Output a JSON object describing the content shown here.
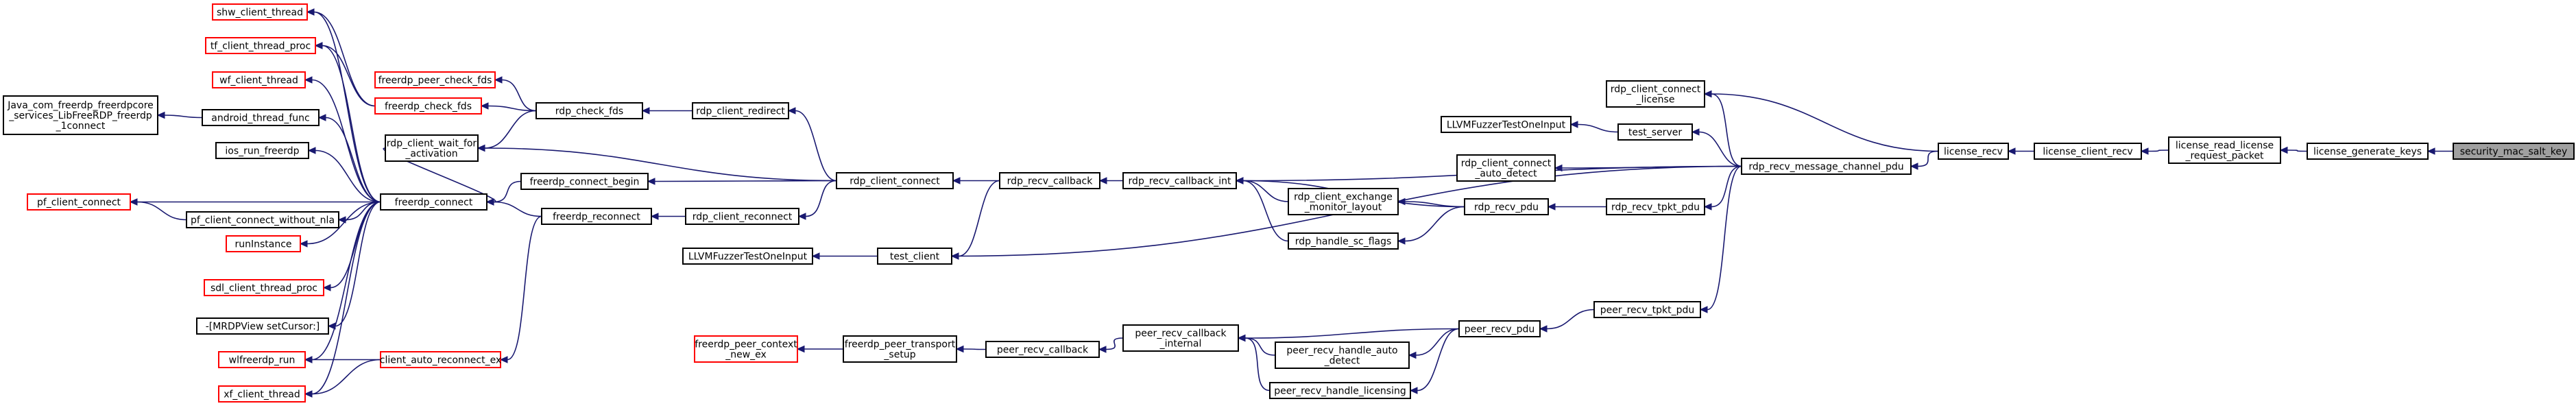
{
  "graph": {
    "colors": {
      "edge": "#191970",
      "caller_border": "#000000",
      "truncated_border": "#ff0000",
      "root_fill": "#a0a0a0"
    },
    "nodes": [
      {
        "id": "root",
        "lines": [
          "security_mac_salt_key"
        ],
        "style": "root"
      },
      {
        "id": "lgk",
        "lines": [
          "license_generate_keys"
        ],
        "style": "black"
      },
      {
        "id": "lrlrp",
        "lines": [
          "license_read_license",
          "_request_packet"
        ],
        "style": "black"
      },
      {
        "id": "lcr",
        "lines": [
          "license_client_recv"
        ],
        "style": "black"
      },
      {
        "id": "lr",
        "lines": [
          "license_recv"
        ],
        "style": "black"
      },
      {
        "id": "rrmcp",
        "lines": [
          "rdp_recv_message_channel_pdu"
        ],
        "style": "black"
      },
      {
        "id": "rccl",
        "lines": [
          "rdp_client_connect",
          "_license"
        ],
        "style": "black"
      },
      {
        "id": "llvm1",
        "lines": [
          "LLVMFuzzerTestOneInput"
        ],
        "style": "black"
      },
      {
        "id": "ts",
        "lines": [
          "test_server"
        ],
        "style": "black"
      },
      {
        "id": "rccad",
        "lines": [
          "rdp_client_connect",
          "_auto_detect"
        ],
        "style": "black"
      },
      {
        "id": "rrtp",
        "lines": [
          "rdp_recv_tpkt_pdu"
        ],
        "style": "black"
      },
      {
        "id": "rrp",
        "lines": [
          "rdp_recv_pdu"
        ],
        "style": "black"
      },
      {
        "id": "rceml",
        "lines": [
          "rdp_client_exchange",
          "_monitor_layout"
        ],
        "style": "black"
      },
      {
        "id": "rhsf",
        "lines": [
          "rdp_handle_sc_flags"
        ],
        "style": "black"
      },
      {
        "id": "rrci",
        "lines": [
          "rdp_recv_callback_int"
        ],
        "style": "black"
      },
      {
        "id": "rrc",
        "lines": [
          "rdp_recv_callback"
        ],
        "style": "black"
      },
      {
        "id": "rcc",
        "lines": [
          "rdp_client_connect"
        ],
        "style": "black"
      },
      {
        "id": "rcr",
        "lines": [
          "rdp_client_redirect"
        ],
        "style": "black"
      },
      {
        "id": "rcfds",
        "lines": [
          "rdp_check_fds"
        ],
        "style": "black"
      },
      {
        "id": "fpcfds",
        "lines": [
          "freerdp_peer_check_fds"
        ],
        "style": "red"
      },
      {
        "id": "fcfds",
        "lines": [
          "freerdp_check_fds"
        ],
        "style": "red"
      },
      {
        "id": "rcwfa",
        "lines": [
          "rdp_client_wait_for",
          "_activation"
        ],
        "style": "black"
      },
      {
        "id": "fcb",
        "lines": [
          "freerdp_connect_begin"
        ],
        "style": "black"
      },
      {
        "id": "frec",
        "lines": [
          "freerdp_reconnect"
        ],
        "style": "black"
      },
      {
        "id": "rcrec",
        "lines": [
          "rdp_client_reconnect"
        ],
        "style": "black"
      },
      {
        "id": "tc",
        "lines": [
          "test_client"
        ],
        "style": "black"
      },
      {
        "id": "llvm2",
        "lines": [
          "LLVMFuzzerTestOneInput"
        ],
        "style": "black"
      },
      {
        "id": "fc",
        "lines": [
          "freerdp_connect"
        ],
        "style": "black"
      },
      {
        "id": "car",
        "lines": [
          "client_auto_reconnect_ex"
        ],
        "style": "red"
      },
      {
        "id": "swct",
        "lines": [
          "shw_client_thread"
        ],
        "style": "red"
      },
      {
        "id": "tfctp",
        "lines": [
          "tf_client_thread_proc"
        ],
        "style": "red"
      },
      {
        "id": "wfct",
        "lines": [
          "wf_client_thread"
        ],
        "style": "red"
      },
      {
        "id": "atf",
        "lines": [
          "android_thread_func"
        ],
        "style": "black"
      },
      {
        "id": "java",
        "lines": [
          "Java_com_freerdp_freerdpcore",
          "_services_LibFreeRDP_freerdp",
          "_1connect"
        ],
        "style": "black"
      },
      {
        "id": "irf",
        "lines": [
          "ios_run_freerdp"
        ],
        "style": "black"
      },
      {
        "id": "pfcc",
        "lines": [
          "pf_client_connect"
        ],
        "style": "red"
      },
      {
        "id": "pfccwn",
        "lines": [
          "pf_client_connect_without_nla"
        ],
        "style": "black"
      },
      {
        "id": "ri",
        "lines": [
          "runInstance"
        ],
        "style": "red"
      },
      {
        "id": "sdlctp",
        "lines": [
          "sdl_client_thread_proc"
        ],
        "style": "red"
      },
      {
        "id": "mrdp",
        "lines": [
          "-[MRDPView setCursor:]"
        ],
        "style": "black"
      },
      {
        "id": "wfr",
        "lines": [
          "wlfreerdp_run"
        ],
        "style": "red"
      },
      {
        "id": "xfct",
        "lines": [
          "xf_client_thread"
        ],
        "style": "red"
      },
      {
        "id": "prtp",
        "lines": [
          "peer_recv_tpkt_pdu"
        ],
        "style": "black"
      },
      {
        "id": "prp",
        "lines": [
          "peer_recv_pdu"
        ],
        "style": "black"
      },
      {
        "id": "prci",
        "lines": [
          "peer_recv_callback",
          "_internal"
        ],
        "style": "black"
      },
      {
        "id": "prhad",
        "lines": [
          "peer_recv_handle_auto",
          "_detect"
        ],
        "style": "black"
      },
      {
        "id": "prhl",
        "lines": [
          "peer_recv_handle_licensing"
        ],
        "style": "black"
      },
      {
        "id": "prc",
        "lines": [
          "peer_recv_callback"
        ],
        "style": "black"
      },
      {
        "id": "fpts",
        "lines": [
          "freerdp_peer_transport",
          "_setup"
        ],
        "style": "black"
      },
      {
        "id": "fpcne",
        "lines": [
          "freerdp_peer_context",
          "_new_ex"
        ],
        "style": "red"
      }
    ],
    "edges": [
      [
        "lgk",
        "root"
      ],
      [
        "lrlrp",
        "lgk"
      ],
      [
        "lcr",
        "lrlrp"
      ],
      [
        "lr",
        "lcr"
      ],
      [
        "rrmcp",
        "lr"
      ],
      [
        "rccl",
        "lr"
      ],
      [
        "rccl",
        "rrmcp"
      ],
      [
        "ts",
        "rrmcp"
      ],
      [
        "rccad",
        "rrmcp"
      ],
      [
        "rrtp",
        "rrmcp"
      ],
      [
        "rrci",
        "rrmcp"
      ],
      [
        "tc",
        "rrmcp"
      ],
      [
        "prtp",
        "rrmcp"
      ],
      [
        "llvm1",
        "ts"
      ],
      [
        "rrp",
        "rrtp"
      ],
      [
        "rceml",
        "rrp"
      ],
      [
        "rhsf",
        "rrp"
      ],
      [
        "rrci",
        "rrp"
      ],
      [
        "rrci",
        "rceml"
      ],
      [
        "rrci",
        "rhsf"
      ],
      [
        "rrc",
        "rrci"
      ],
      [
        "rcc",
        "rrc"
      ],
      [
        "tc",
        "rrc"
      ],
      [
        "rcr",
        "rcc"
      ],
      [
        "rcwfa",
        "rcc"
      ],
      [
        "fcb",
        "rcc"
      ],
      [
        "rcrec",
        "rcc"
      ],
      [
        "rcfds",
        "rcr"
      ],
      [
        "fpcfds",
        "rcfds"
      ],
      [
        "fcfds",
        "rcfds"
      ],
      [
        "rcwfa",
        "rcfds"
      ],
      [
        "frec",
        "rcrec"
      ],
      [
        "llvm2",
        "tc"
      ],
      [
        "fc",
        "fcb"
      ],
      [
        "fc",
        "rcwfa"
      ],
      [
        "fc",
        "frec"
      ],
      [
        "car",
        "frec"
      ],
      [
        "swct",
        "fc"
      ],
      [
        "swct",
        "fcfds"
      ],
      [
        "tfctp",
        "fc"
      ],
      [
        "tfctp",
        "fcfds"
      ],
      [
        "wfct",
        "fc"
      ],
      [
        "atf",
        "fc"
      ],
      [
        "java",
        "atf"
      ],
      [
        "irf",
        "fc"
      ],
      [
        "pfcc",
        "fc"
      ],
      [
        "pfcc",
        "pfccwn"
      ],
      [
        "pfccwn",
        "fc"
      ],
      [
        "ri",
        "fc"
      ],
      [
        "sdlctp",
        "fc"
      ],
      [
        "mrdp",
        "fc"
      ],
      [
        "wfr",
        "fc"
      ],
      [
        "wfr",
        "car"
      ],
      [
        "xfct",
        "fc"
      ],
      [
        "xfct",
        "car"
      ],
      [
        "prp",
        "prtp"
      ],
      [
        "prci",
        "prp"
      ],
      [
        "prhad",
        "prp"
      ],
      [
        "prhl",
        "prp"
      ],
      [
        "prci",
        "prhad"
      ],
      [
        "prci",
        "prhl"
      ],
      [
        "prc",
        "prci"
      ],
      [
        "fpts",
        "prc"
      ],
      [
        "fpcne",
        "fpts"
      ]
    ]
  }
}
